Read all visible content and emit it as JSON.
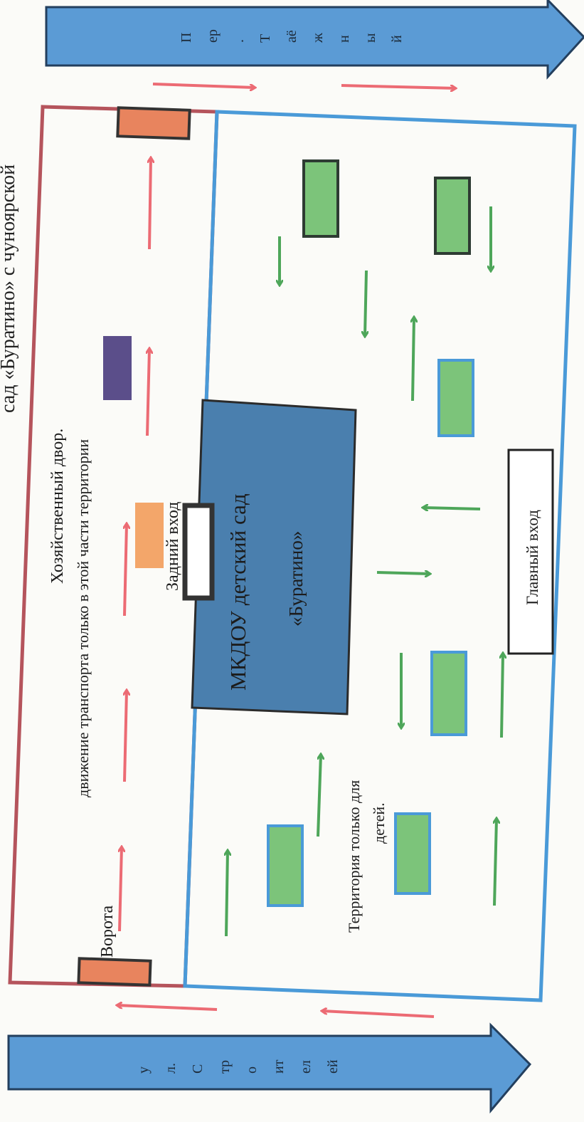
{
  "title_cut": "Схема расположения МКДОУ детский сад «Буратино» с чуноярской",
  "title_visible": "сад «Буратино» с чуноярской",
  "streets": {
    "top": {
      "chars": [
        "П",
        "ер",
        ".",
        "Т",
        "аё",
        "ж",
        "н",
        "ы",
        "й"
      ],
      "color": "#5b9bd5"
    },
    "bottom": {
      "chars": [
        "у",
        "л.",
        "С",
        "тр",
        "о",
        "ит",
        "ел",
        "ей"
      ],
      "color": "#5b9bd5"
    }
  },
  "labels": {
    "yard_title": "Хозяйственный двор.",
    "yard_note": "движение транспорта только в этой части территории",
    "back_entrance": "Задний вход",
    "main_entrance": "Главный вход",
    "building_line1": "МКДОУ детский  сад",
    "building_line2": "«Буратино»",
    "gate": "Ворота",
    "children_line1": "Территория только для",
    "children_line2": "детей."
  },
  "colors": {
    "traffic_arrow": "#ec6b74",
    "walk_arrow": "#4ea65a",
    "yard_border": "#b5545c",
    "territory_border": "#4a9ad8",
    "building": "#4a7fae",
    "playground": "#7cc47a",
    "gate_block": "#e8845e",
    "storage": "#5b4e8a",
    "back_block": "#f3a66a"
  }
}
